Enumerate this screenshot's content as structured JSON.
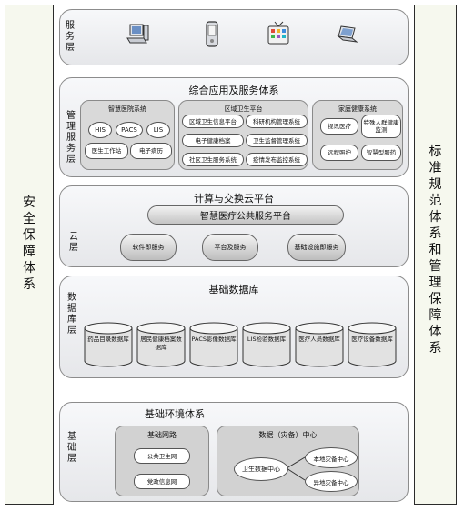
{
  "left_sidebar": {
    "chars": [
      "安",
      "全",
      "保",
      "障",
      "体",
      "系"
    ]
  },
  "right_sidebar": {
    "chars": [
      "标",
      "准",
      "规",
      "范",
      "体",
      "系",
      "和",
      "管",
      "理",
      "保",
      "障",
      "体",
      "系"
    ]
  },
  "service_layer": {
    "label": [
      "服",
      "务",
      "层"
    ],
    "icons": [
      "desktop-computer-icon",
      "mobile-phone-icon",
      "tv-icon",
      "laptop-icon"
    ]
  },
  "management_layer": {
    "label": [
      "管",
      "理",
      "服",
      "务",
      "层"
    ],
    "title": "综合应用及服务体系",
    "hospital": {
      "title": "智慧医院系统",
      "items": [
        "HIS",
        "PACS",
        "LIS",
        "医生工作站",
        "电子病历"
      ]
    },
    "regional": {
      "title": "区域卫生平台",
      "items": [
        "区域卫生信息平台",
        "科研机构管理系统",
        "电子健康档案",
        "卫生监督管理系统",
        "社区卫生服务系统",
        "疫情发布监控系统"
      ]
    },
    "family": {
      "title": "家庭健康系统",
      "items": [
        "视讯医疗",
        "特殊人群健康监测",
        "远程照护",
        "智慧型服药"
      ]
    }
  },
  "cloud_layer": {
    "label": [
      "云",
      "层"
    ],
    "title": "计算与交换云平台",
    "platform": "智慧医疗公共服务平台",
    "services": [
      "软件即服务",
      "平台及服务",
      "基础设施即服务"
    ]
  },
  "database_layer": {
    "label": [
      "数",
      "据",
      "库",
      "层"
    ],
    "title": "基础数据库",
    "databases": [
      "药品目录数据库",
      "居民健康档案数据库",
      "PACS影像数据库",
      "LIS检验数据库",
      "医疗人员数据库",
      "医疗设备数据库"
    ]
  },
  "foundation_layer": {
    "label": [
      "基",
      "础",
      "层"
    ],
    "title": "基础环境体系",
    "network": {
      "title": "基础网路",
      "items": [
        "公共卫生网",
        "党政信息网"
      ]
    },
    "datacenter": {
      "title": "数据（灾备）中心",
      "main": "卫生数据中心",
      "backups": [
        "本地灾备中心",
        "异地灾备中心"
      ]
    }
  },
  "colors": {
    "layer_fill": "#e9eaed",
    "sidebar_fill": "#f6f8ee",
    "sub_fill": "#d9d9d9"
  }
}
